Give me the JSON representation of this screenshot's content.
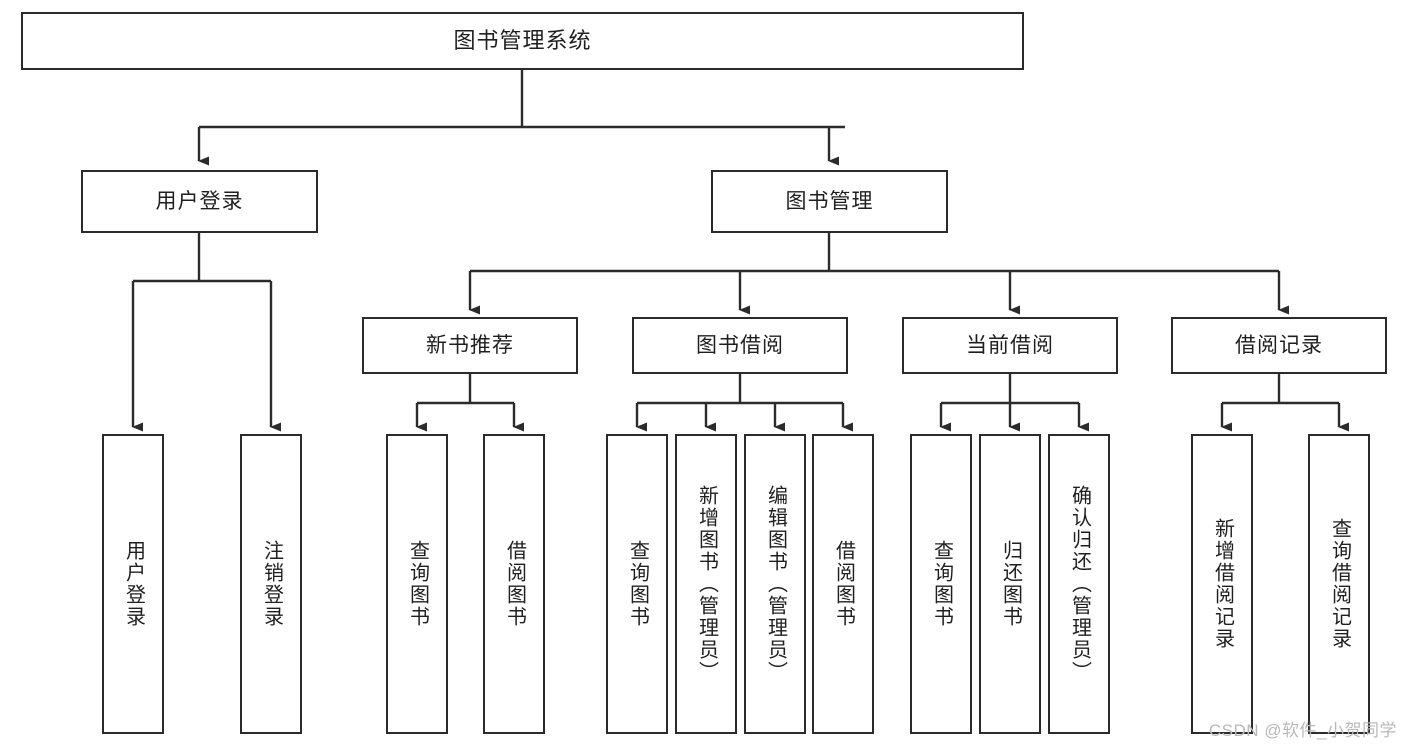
{
  "diagram": {
    "title": "图书管理系统",
    "watermark": "CSDN @软件_小贺同学",
    "colors": {
      "border": "#2b2b2b",
      "text": "#1f1f1f",
      "background": "#ffffff",
      "edge": "#2b2b2b",
      "watermark": "#b9b9b9"
    },
    "root": {
      "label": "图书管理系统"
    },
    "level1": [
      {
        "id": "user-login",
        "label": "用户登录"
      },
      {
        "id": "book-management",
        "label": "图书管理"
      }
    ],
    "level2": [
      {
        "id": "new-book-recommend",
        "label": "新书推荐",
        "parent": "book-management"
      },
      {
        "id": "book-borrow",
        "label": "图书借阅",
        "parent": "book-management"
      },
      {
        "id": "current-borrow",
        "label": "当前借阅",
        "parent": "book-management"
      },
      {
        "id": "borrow-record",
        "label": "借阅记录",
        "parent": "book-management"
      }
    ],
    "leaves": [
      {
        "id": "leaf-user-login",
        "label": "用户登录",
        "parent": "user-login"
      },
      {
        "id": "leaf-user-logout",
        "label": "注销登录",
        "parent": "user-login"
      },
      {
        "id": "leaf-query-book-1",
        "label": "查询图书",
        "parent": "new-book-recommend"
      },
      {
        "id": "leaf-borrow-book-1",
        "label": "借阅图书",
        "parent": "new-book-recommend"
      },
      {
        "id": "leaf-query-book-2",
        "label": "查询图书",
        "parent": "book-borrow"
      },
      {
        "id": "leaf-add-book",
        "label": "新增图书（管理员）",
        "parent": "book-borrow"
      },
      {
        "id": "leaf-edit-book",
        "label": "编辑图书（管理员）",
        "parent": "book-borrow"
      },
      {
        "id": "leaf-borrow-book-2",
        "label": "借阅图书",
        "parent": "book-borrow"
      },
      {
        "id": "leaf-query-book-3",
        "label": "查询图书",
        "parent": "current-borrow"
      },
      {
        "id": "leaf-return-book",
        "label": "归还图书",
        "parent": "current-borrow"
      },
      {
        "id": "leaf-confirm-return",
        "label": "确认归还（管理员）",
        "parent": "current-borrow"
      },
      {
        "id": "leaf-add-record",
        "label": "新增借阅记录",
        "parent": "borrow-record"
      },
      {
        "id": "leaf-query-record",
        "label": "查询借阅记录",
        "parent": "borrow-record"
      }
    ]
  }
}
